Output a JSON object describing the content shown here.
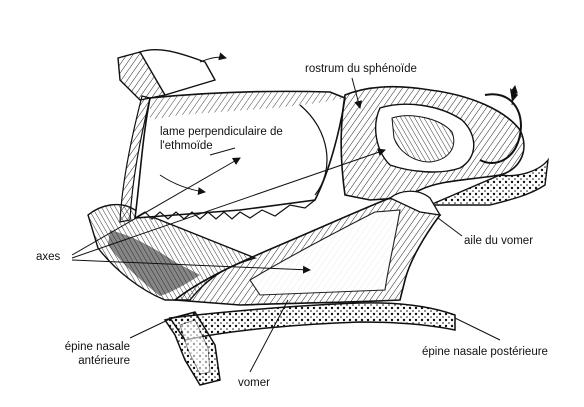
{
  "labels": {
    "rostrum": "rostrum du sphénoïde",
    "lame_line1": "lame perpendiculaire de",
    "lame_line2": "l'ethmoïde",
    "axes": "axes",
    "aile": "aile du vomer",
    "epine_ant_line1": "épine nasale",
    "epine_ant_line2": "antérieure",
    "vomer": "vomer",
    "epine_post": "épine nasale postérieure"
  },
  "colors": {
    "ink": "#111111",
    "paper": "#ffffff"
  }
}
